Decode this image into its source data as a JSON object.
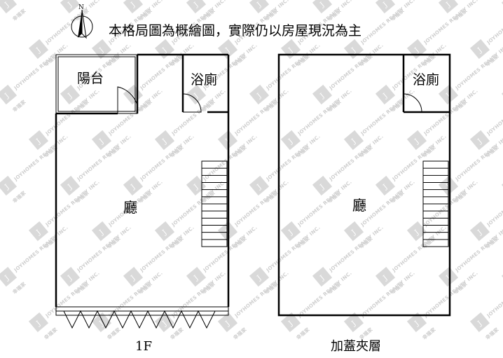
{
  "note": "本格局圖為概繪圖，實際仍以房屋現況為主",
  "compass": {
    "north_label": "N",
    "icon": "compass-icon"
  },
  "watermark": {
    "text": "JOYHOMES REALTY INC.",
    "logo_letter": "J",
    "brand_cn": "幸福家"
  },
  "floor_1f": {
    "caption": "1F",
    "rooms": {
      "balcony": "陽台",
      "bathroom": "浴廁",
      "hall": "廳"
    }
  },
  "floor_mezzanine": {
    "caption": "加蓋夾層",
    "rooms": {
      "bathroom": "浴廁",
      "hall": "廳"
    }
  },
  "colors": {
    "wall": "#000000",
    "watermark": "#d9d9d9",
    "background": "#ffffff"
  }
}
